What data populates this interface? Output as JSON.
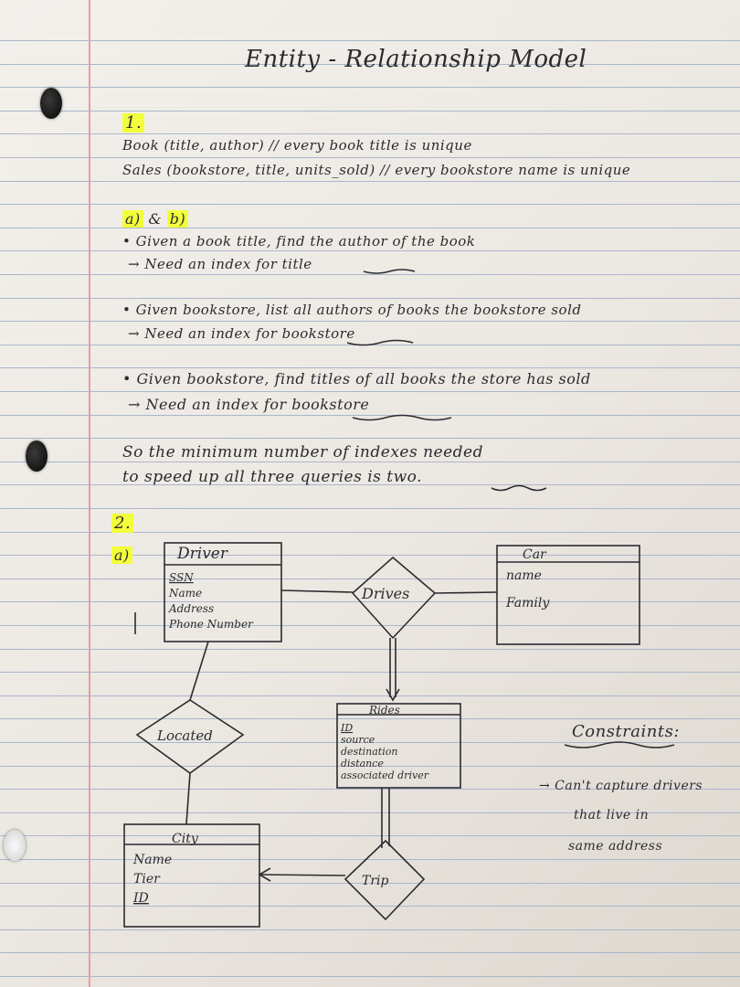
{
  "title": "Entity - Relationship Model",
  "q1": {
    "number": "1.",
    "line1": "Book (title, author)   // every book title is unique",
    "line2": "Sales (bookstore, title, units_sold) // every bookstore name is unique",
    "parts_label_a": "a)",
    "parts_amp": "&",
    "parts_label_b": "b)",
    "b1": "• Given a book title, find the author of the book",
    "b1_arrow": "→ Need an index for title",
    "b2": "• Given bookstore, list all authors of books the bookstore sold",
    "b2_arrow": "→ Need an index for bookstore",
    "b3": "• Given bookstore, find titles of all books the store has sold",
    "b3_arrow": "→ Need an index for bookstore",
    "conclusion1": "So the minimum number of indexes needed",
    "conclusion2": "to speed up all three queries is two."
  },
  "q2": {
    "number": "2.",
    "part_a": "a)",
    "driver": {
      "name": "Driver",
      "attrs": [
        "SSN",
        "Name",
        "Address",
        "Phone Number"
      ]
    },
    "car": {
      "name": "Car",
      "attrs": [
        "name",
        "Family"
      ]
    },
    "drives": "Drives",
    "rides": {
      "name": "Rides",
      "attrs": [
        "ID",
        "source",
        "destination",
        "distance",
        "associated driver"
      ]
    },
    "located": "Located",
    "city": {
      "name": "City",
      "attrs": [
        "Name",
        "Tier",
        "ID"
      ]
    },
    "trip": "Trip",
    "constraints": {
      "heading": "Constraints:",
      "lines": [
        "→ Can't capture drivers",
        "that live in",
        "same address"
      ]
    }
  }
}
